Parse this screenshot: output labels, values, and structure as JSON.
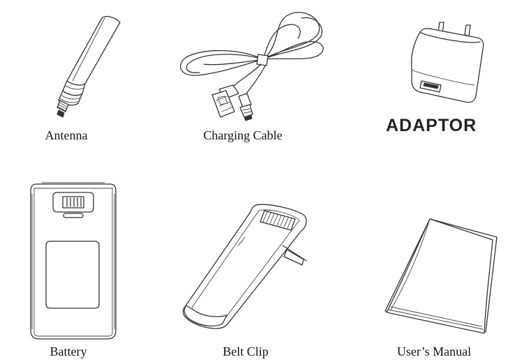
{
  "items": [
    {
      "name": "antenna",
      "caption": "Antenna"
    },
    {
      "name": "charging-cable",
      "caption": "Charging Cable"
    },
    {
      "name": "adaptor",
      "caption": "",
      "label": "ADAPTOR"
    },
    {
      "name": "battery",
      "caption": "Battery"
    },
    {
      "name": "belt-clip",
      "caption": "Belt Clip"
    },
    {
      "name": "users-manual",
      "caption": "User’s Manual"
    }
  ]
}
